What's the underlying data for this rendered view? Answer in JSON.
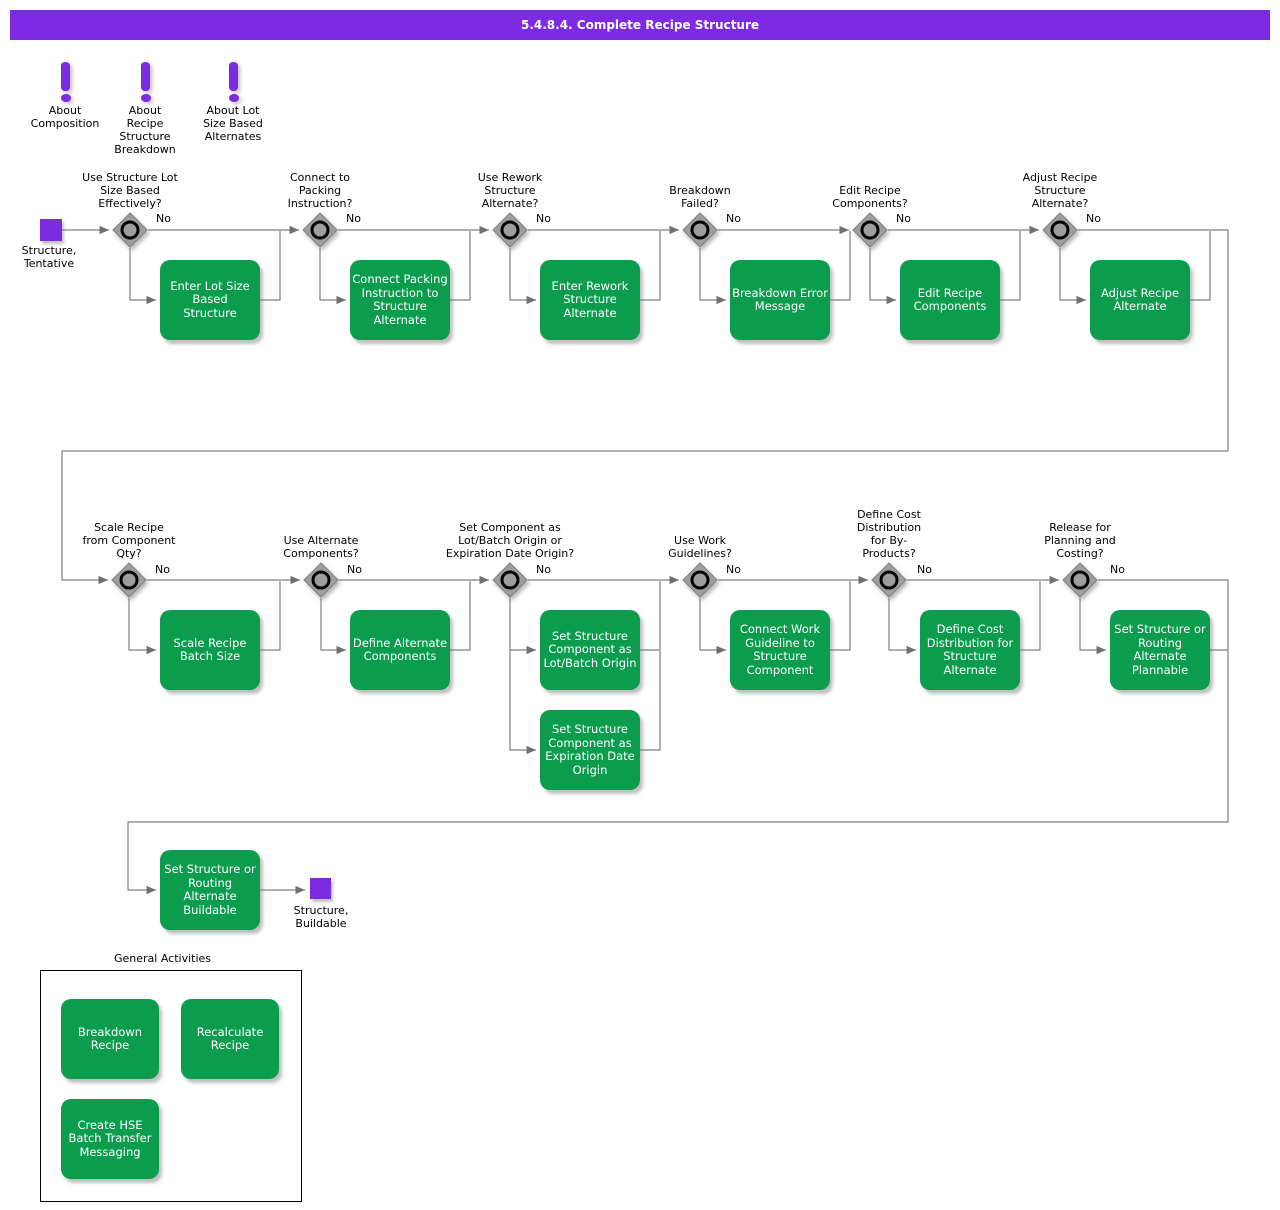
{
  "title": "5.4.8.4. Complete Recipe Structure",
  "colors": {
    "accent_purple": "#7D2AE3",
    "activity_green": "#0C9C4E",
    "connector_gray": "#808080",
    "decision_gray": "#9E9E9E"
  },
  "about": {
    "items": [
      {
        "icon": "exclamation-icon",
        "label": "About\nComposition"
      },
      {
        "icon": "exclamation-icon",
        "label": "About\nRecipe\nStructure\nBreakdown"
      },
      {
        "icon": "exclamation-icon",
        "label": "About Lot\nSize Based\nAlternates"
      }
    ]
  },
  "flow": {
    "start_label": "Structure,\nTentative",
    "end_label": "Structure,\nBuildable",
    "row1": [
      {
        "question": "Use Structure Lot\nSize Based\nEffectively?",
        "no": "No",
        "activity": "Enter Lot Size\nBased\nStructure"
      },
      {
        "question": "Connect to\nPacking\nInstruction?",
        "no": "No",
        "activity": "Connect Packing\nInstruction to\nStructure\nAlternate"
      },
      {
        "question": "Use Rework\nStructure\nAlternate?",
        "no": "No",
        "activity": "Enter Rework\nStructure\nAlternate"
      },
      {
        "question": "Breakdown\nFailed?",
        "no": "No",
        "activity": "Breakdown Error\nMessage"
      },
      {
        "question": "Edit Recipe\nComponents?",
        "no": "No",
        "activity": "Edit Recipe\nComponents"
      },
      {
        "question": "Adjust Recipe\nStructure\nAlternate?",
        "no": "No",
        "activity": "Adjust Recipe\nAlternate"
      }
    ],
    "row2": [
      {
        "question": "Scale Recipe\nfrom Component\nQty?",
        "no": "No",
        "activity": "Scale Recipe\nBatch Size"
      },
      {
        "question": "Use Alternate\nComponents?",
        "no": "No",
        "activity": "Define Alternate\nComponents"
      },
      {
        "question": "Set Component as\nLot/Batch Origin or\nExpiration Date Origin?",
        "no": "No",
        "activity": "Set Structure\nComponent as\nLot/Batch Origin",
        "activity2": "Set Structure\nComponent as\nExpiration Date\nOrigin"
      },
      {
        "question": "Use Work\nGuidelines?",
        "no": "No",
        "activity": "Connect Work\nGuideline to\nStructure\nComponent"
      },
      {
        "question": "Define Cost\nDistribution\nfor By-\nProducts?",
        "no": "No",
        "activity": "Define Cost\nDistribution for\nStructure\nAlternate"
      },
      {
        "question": "Release for\nPlanning and\nCosting?",
        "no": "No",
        "activity": "Set Structure or\nRouting\nAlternate\nPlannable"
      }
    ],
    "final_activity": "Set Structure or\nRouting\nAlternate\nBuildable"
  },
  "general_activities": {
    "title": "General Activities",
    "items": [
      "Breakdown\nRecipe",
      "Recalculate\nRecipe",
      "Create HSE\nBatch Transfer\nMessaging"
    ]
  }
}
